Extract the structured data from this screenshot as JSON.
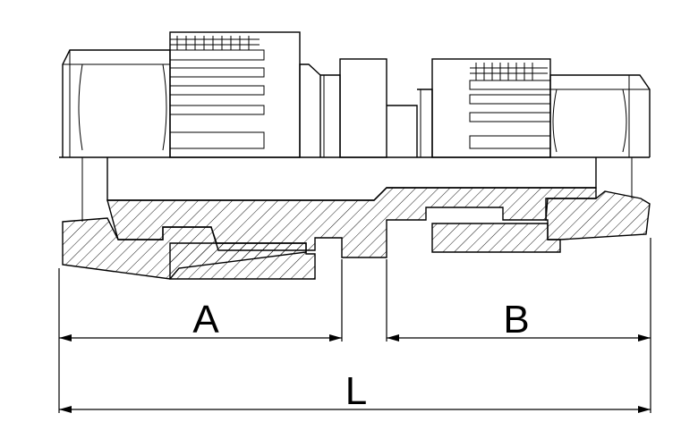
{
  "dimensions": {
    "a_label": "A",
    "b_label": "B",
    "l_label": "L"
  },
  "colors": {
    "line": "#000000",
    "background": "#ffffff"
  }
}
